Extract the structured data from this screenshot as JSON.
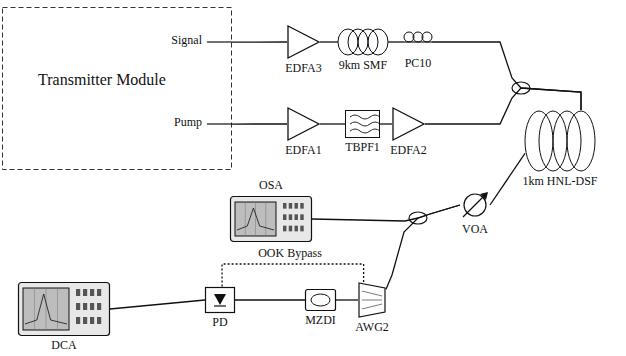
{
  "diagram": {
    "nodes": [
      {
        "text": [
          "Transmitter Module",
          "Signal",
          "Pump"
        ]
      },
      {
        "text": [
          "EDFA3"
        ]
      },
      {
        "text": [
          "9km SMF"
        ]
      },
      {
        "text": [
          "PC10"
        ]
      },
      {
        "text": [
          "EDFA1"
        ]
      },
      {
        "text": [
          "TBPF1"
        ]
      },
      {
        "text": [
          "EDFA2"
        ]
      },
      {
        "text": [
          "1km HNL-DSF"
        ]
      },
      {
        "text": [
          "VOA"
        ]
      },
      {
        "text": [
          "OSA"
        ]
      },
      {
        "text": [
          "AWG2"
        ]
      },
      {
        "text": [
          "MZDI"
        ]
      },
      {
        "text": [
          "PD"
        ]
      },
      {
        "text": [
          "DCA"
        ]
      }
    ],
    "edges": [
      {
        "from": 0,
        "to": 1,
        "arrow": "none"
      },
      {
        "from": 1,
        "to": 2,
        "arrow": "none"
      },
      {
        "from": 2,
        "to": 3,
        "arrow": "none"
      },
      {
        "from": 3,
        "to": 7,
        "arrow": "none"
      },
      {
        "from": 0,
        "to": 4,
        "arrow": "none"
      },
      {
        "from": 4,
        "to": 5,
        "arrow": "none"
      },
      {
        "from": 5,
        "to": 6,
        "arrow": "none"
      },
      {
        "from": 6,
        "to": 7,
        "arrow": "none"
      },
      {
        "from": 7,
        "to": 8,
        "arrow": "none"
      },
      {
        "from": 8,
        "to": 9,
        "arrow": "none"
      },
      {
        "from": 8,
        "to": 10,
        "arrow": "none"
      },
      {
        "from": 10,
        "to": 11,
        "arrow": "none"
      },
      {
        "from": 11,
        "to": 12,
        "arrow": "none"
      },
      {
        "from": 10,
        "to": 12,
        "label": "OOK Bypass",
        "arrow": "none"
      },
      {
        "from": 12,
        "to": 13,
        "arrow": "none"
      }
    ]
  }
}
